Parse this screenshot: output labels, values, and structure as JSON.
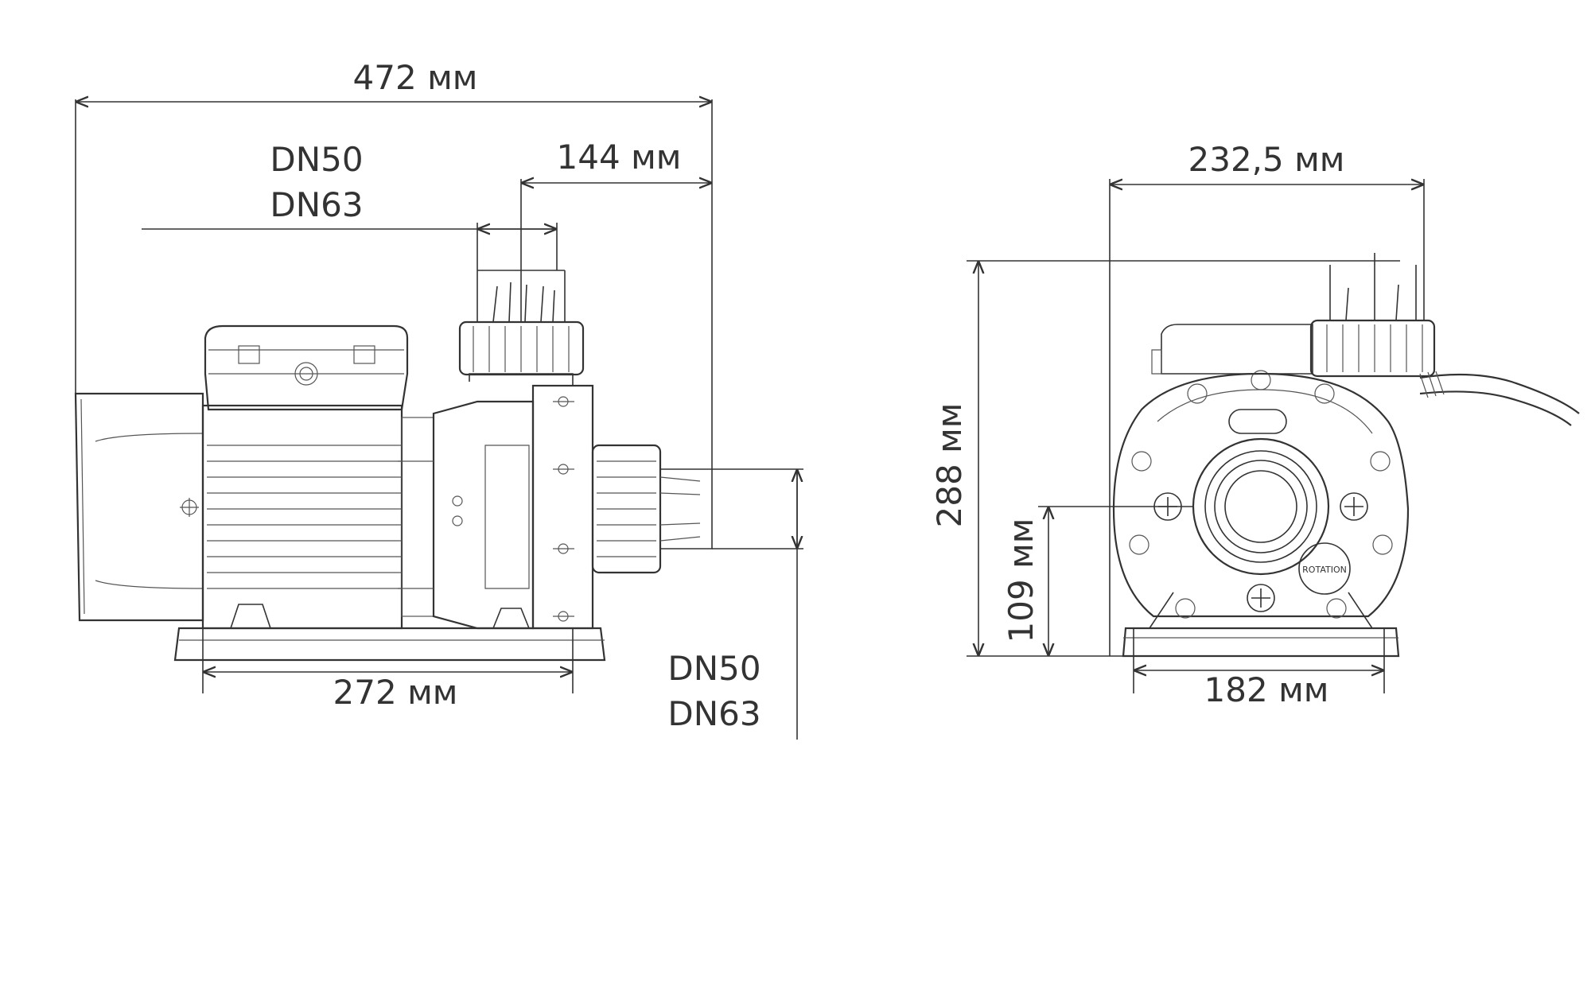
{
  "drawing": {
    "side_view": {
      "overall_length": "472 мм",
      "outlet_offset": "144 мм",
      "top_connection_line1": "DN50",
      "top_connection_line2": "DN63",
      "base_length": "272 мм",
      "front_connection_line1": "DN50",
      "front_connection_line2": "DN63"
    },
    "front_view": {
      "width": "232,5 мм",
      "height": "288 мм",
      "axis_height": "109 мм",
      "base_width": "182 мм",
      "rotation_mark": "ROTATION"
    }
  }
}
